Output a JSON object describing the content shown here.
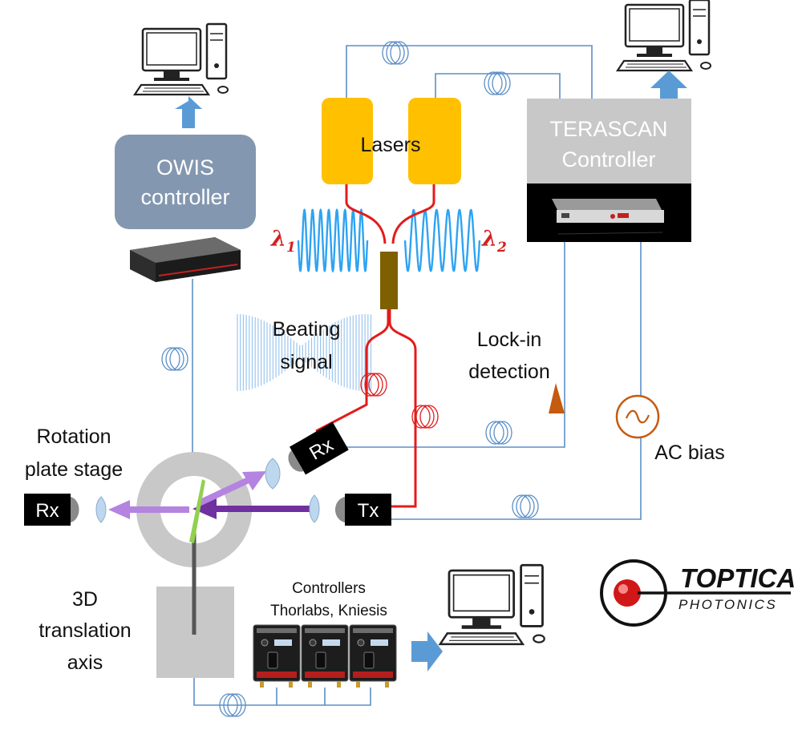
{
  "labels": {
    "lasers": "Lasers",
    "lambda1": "λ",
    "lambda1_sub": "1",
    "lambda2": "λ",
    "lambda2_sub": "2",
    "owis_line1": "OWIS",
    "owis_line2": "controller",
    "terascan_line1": "TERASCAN",
    "terascan_line2": "Controller",
    "beating_line1": "Beating",
    "beating_line2": "signal",
    "lockin_line1": "Lock-in",
    "lockin_line2": "detection",
    "rotation_line1": "Rotation",
    "rotation_line2": "plate stage",
    "ac_bias": "AC bias",
    "rx": "Rx",
    "tx": "Tx",
    "translation_line1": "3D",
    "translation_line2": "translation",
    "translation_line3": "axis",
    "controllers_line1": "Controllers",
    "controllers_line2": "Thorlabs, Kniesis"
  },
  "logo": {
    "name": "TOPTICA",
    "sub": "PHOTONICS"
  },
  "colors": {
    "fiber": "#e31b1b",
    "cable": "#5b8fc7",
    "laser": "#ffc000",
    "owis_box": "#8497b0",
    "terascan_box": "#c8c8c8",
    "arrow": "#5b9bd5",
    "thz_light": "#b583e0",
    "thz_dark": "#7030a0",
    "amplifier": "#c55a11",
    "wave": "#2ea3f2"
  }
}
